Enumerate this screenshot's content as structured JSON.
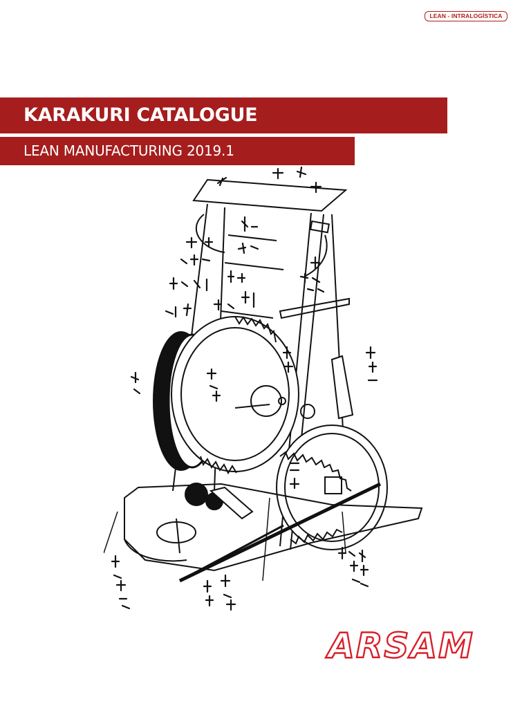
{
  "header": {
    "tag_label": "LEAN - INTRALOGÍSTICA"
  },
  "cover": {
    "title": "KARAKURI CATALOGUE",
    "subtitle": "LEAN MANUFACTURING 2019.1"
  },
  "brand": {
    "logo_text": "ARSAM",
    "color": "#d8202a"
  },
  "colors": {
    "band": "#a51d1d",
    "accent": "#b01c1c"
  }
}
